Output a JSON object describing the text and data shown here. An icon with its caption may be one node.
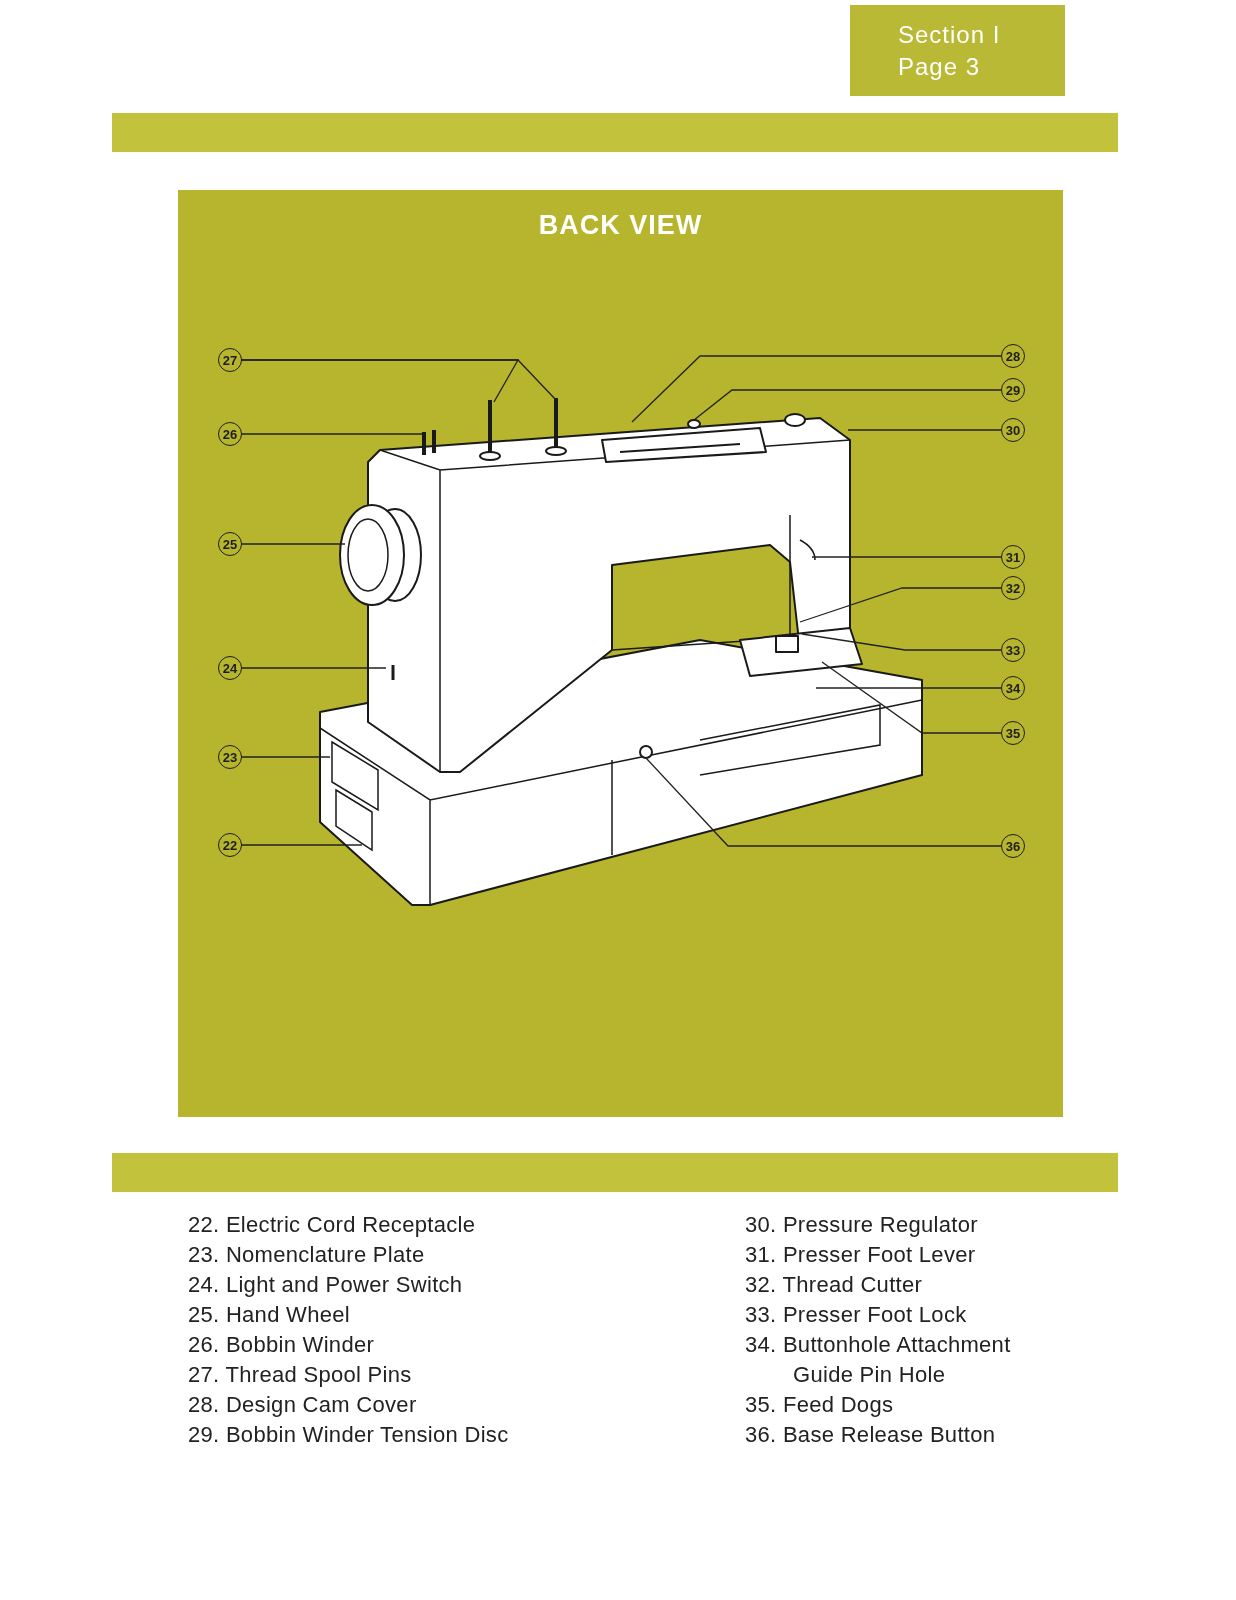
{
  "diagram": {
    "title": "BACK VIEW",
    "nodes": [
      {
        "text": [
          "27"
        ]
      },
      {
        "text": [
          "26"
        ]
      },
      {
        "text": [
          "25"
        ]
      },
      {
        "text": [
          "24"
        ]
      },
      {
        "text": [
          "23"
        ]
      },
      {
        "text": [
          "22"
        ]
      },
      {
        "text": [
          "28"
        ]
      },
      {
        "text": [
          "29"
        ]
      },
      {
        "text": [
          "30"
        ]
      },
      {
        "text": [
          "31"
        ]
      },
      {
        "text": [
          "32"
        ]
      },
      {
        "text": [
          "33"
        ]
      },
      {
        "text": [
          "34"
        ]
      },
      {
        "text": [
          "35"
        ]
      },
      {
        "text": [
          "36"
        ]
      }
    ],
    "edges": [
      {
        "from": 0,
        "to": null,
        "arrow": "none"
      },
      {
        "from": 0,
        "to": null,
        "arrow": "none"
      },
      {
        "from": 1,
        "to": null,
        "arrow": "none"
      },
      {
        "from": 2,
        "to": null,
        "arrow": "none"
      },
      {
        "from": 3,
        "to": null,
        "arrow": "none"
      },
      {
        "from": 4,
        "to": null,
        "arrow": "none"
      },
      {
        "from": 5,
        "to": null,
        "arrow": "none"
      },
      {
        "from": 6,
        "to": null,
        "arrow": "none"
      },
      {
        "from": 7,
        "to": null,
        "arrow": "none"
      },
      {
        "from": 8,
        "to": null,
        "arrow": "none"
      },
      {
        "from": 9,
        "to": null,
        "arrow": "none"
      },
      {
        "from": 10,
        "to": null,
        "arrow": "none"
      },
      {
        "from": 11,
        "to": null,
        "arrow": "none"
      },
      {
        "from": 12,
        "to": null,
        "arrow": "none"
      },
      {
        "from": 13,
        "to": null,
        "arrow": "none"
      },
      {
        "from": 14,
        "to": null,
        "arrow": "none"
      }
    ],
    "labels": [
      "Section I",
      "Page 3",
      "22. Electric Cord Receptacle",
      "23. Nomenclature Plate",
      "24. Light and Power Switch",
      "25. Hand Wheel",
      "26. Bobbin Winder",
      "27. Thread Spool Pins",
      "28. Design Cam Cover",
      "29. Bobbin Winder Tension Disc",
      "30. Pressure Regulator",
      "31. Presser Foot Lever",
      "32. Thread Cutter",
      "33. Presser Foot Lock",
      "34. Buttonhole Attachment Guide Pin Hole",
      "35. Feed Dogs",
      "36. Base Release Button"
    ]
  }
}
